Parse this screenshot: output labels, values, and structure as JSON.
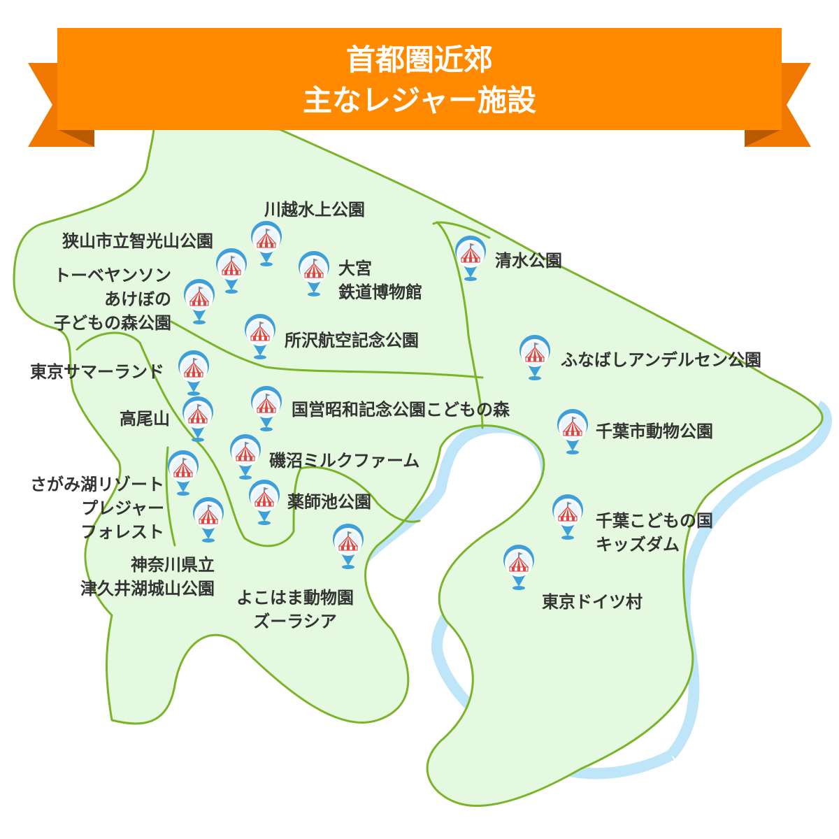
{
  "header": {
    "title_line1": "首都圏近郊",
    "title_line2": "主なレジャー施設",
    "color": "#ff8a00"
  },
  "colors": {
    "land": "#e4f9df",
    "border": "#7bb42a",
    "water": "#bfe6f8",
    "pin_ring": "#3fa0d9",
    "tent_red": "#e0463e"
  },
  "pin_icon": "circus-tent-pin-icon",
  "facilities": [
    {
      "id": "kawagoe-suijo",
      "lines": [
        "川越水上公園"
      ]
    },
    {
      "id": "sayama-chikozan",
      "lines": [
        "狭山市立智光山公園"
      ]
    },
    {
      "id": "omiya-railway",
      "lines": [
        "大宮",
        "鉄道博物館"
      ]
    },
    {
      "id": "shimizu",
      "lines": [
        "清水公園"
      ]
    },
    {
      "id": "tove-jansson",
      "lines": [
        "トーベヤンソン",
        "あけぼの",
        "子どもの森公園"
      ]
    },
    {
      "id": "tokorozawa",
      "lines": [
        "所沢航空記念公園"
      ]
    },
    {
      "id": "funabashi-andersen",
      "lines": [
        "ふなばしアンデルセン公園"
      ]
    },
    {
      "id": "tokyo-summerland",
      "lines": [
        "東京サマーランド"
      ]
    },
    {
      "id": "showa-kinen",
      "lines": [
        "国営昭和記念公園こどもの森"
      ]
    },
    {
      "id": "takao",
      "lines": [
        "高尾山"
      ]
    },
    {
      "id": "chiba-zoo",
      "lines": [
        "千葉市動物公園"
      ]
    },
    {
      "id": "isonuma",
      "lines": [
        "磯沼ミルクファーム"
      ]
    },
    {
      "id": "sagamiko",
      "lines": [
        "さがみ湖リゾート",
        "プレジャー",
        "フォレスト"
      ]
    },
    {
      "id": "yakushi-ike",
      "lines": [
        "薬師池公園"
      ]
    },
    {
      "id": "chiba-kodomo",
      "lines": [
        "千葉こどもの国",
        "キッズダム"
      ]
    },
    {
      "id": "tsukui-shiroyama",
      "lines": [
        "神奈川県立",
        "津久井湖城山公園"
      ]
    },
    {
      "id": "zoorasia",
      "lines": [
        "よこはま動物園",
        "ズーラシア"
      ]
    },
    {
      "id": "tokyo-german",
      "lines": [
        "東京ドイツ村"
      ]
    }
  ]
}
